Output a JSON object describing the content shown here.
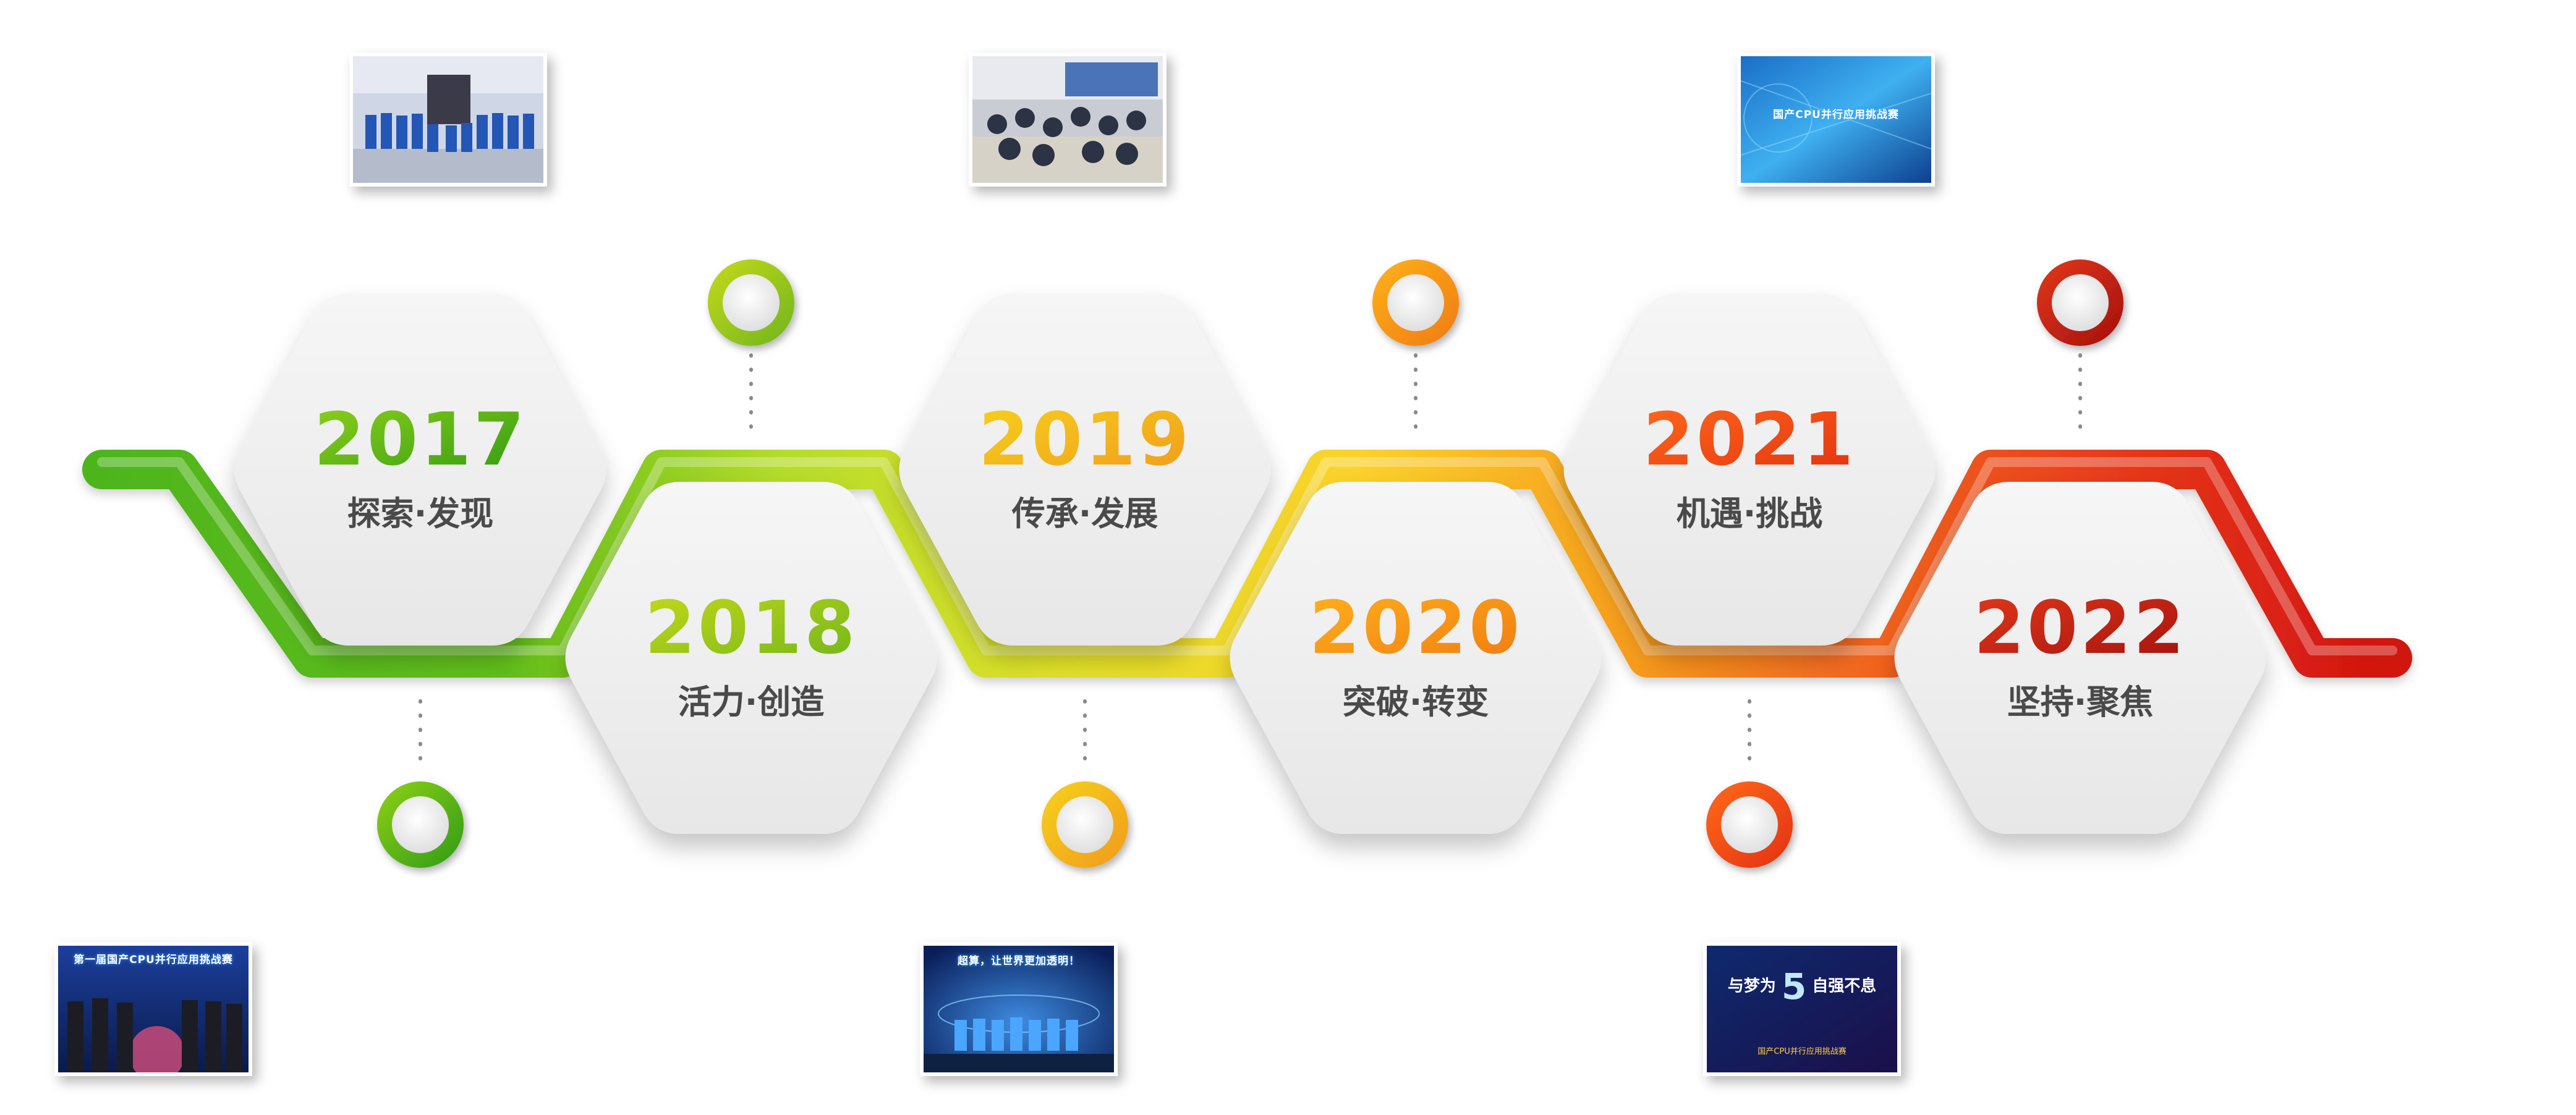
{
  "milestones": [
    {
      "year": "2017",
      "label": "探索·发现",
      "color_from": "#8fd11b",
      "color_to": "#2f9a12"
    },
    {
      "year": "2018",
      "label": "活力·创造",
      "color_from": "#c7d91a",
      "color_to": "#6fb51a"
    },
    {
      "year": "2019",
      "label": "传承·发展",
      "color_from": "#f6d21c",
      "color_to": "#f19a1c"
    },
    {
      "year": "2020",
      "label": "突破·转变",
      "color_from": "#ffb21c",
      "color_to": "#f07a12"
    },
    {
      "year": "2021",
      "label": "机遇·挑战",
      "color_from": "#ff6a1c",
      "color_to": "#e3300f"
    },
    {
      "year": "2022",
      "label": "坚持·聚焦",
      "color_from": "#e2381a",
      "color_to": "#a3100d"
    }
  ],
  "photos": {
    "p2017": {
      "caption": "第一届国产CPU并行应用挑战赛"
    },
    "p2020": {
      "caption": "超算，让世界更加透明！"
    },
    "p2021": {
      "caption": "国产CPU并行应用挑战赛"
    },
    "p2022": {
      "caption_main": "与梦为",
      "caption_num": "5",
      "caption_end": "自强不息",
      "caption_sub": "国产CPU并行应用挑战赛"
    }
  },
  "colors": {
    "green": "#3aa614",
    "lime": "#a9cf1e",
    "yellow": "#f2c21c",
    "orange": "#f58a1c",
    "red_orange": "#ef4a16",
    "red": "#d0150f",
    "hex_fill": "#f1f1f1"
  }
}
